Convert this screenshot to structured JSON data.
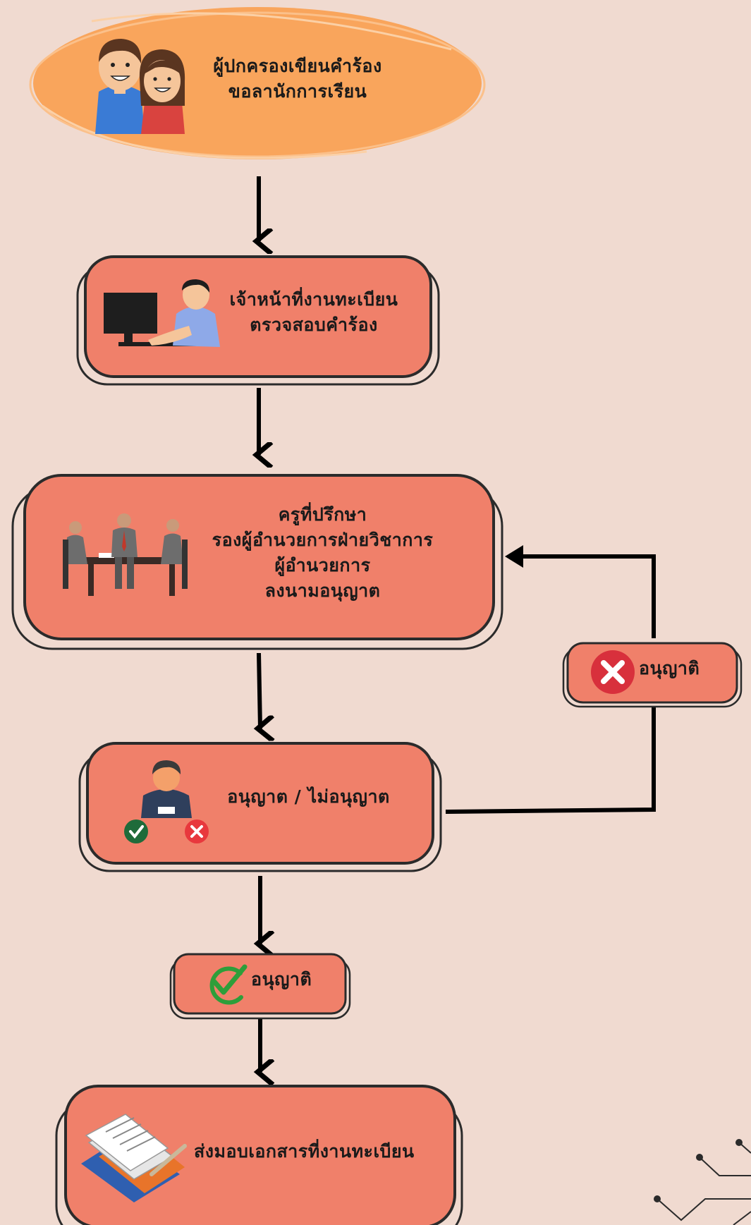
{
  "colors": {
    "background": "#f0dad0",
    "oval_fill": "#f9a55c",
    "box_fill": "#f0806a",
    "outline": "#2b2b2b",
    "arrow": "#000000",
    "reject_red": "#d8303c",
    "approve_green": "#2e9e3a"
  },
  "steps": {
    "step1": {
      "lines": [
        "ผู้ปกครองเขียนคำร้อง",
        "ขอลานักการเรียน"
      ],
      "icon": "parents-icon"
    },
    "step2": {
      "lines": [
        "เจ้าหน้าที่งานทะเบียน",
        "ตรวจสอบคำร้อง"
      ],
      "icon": "clerk-computer-icon"
    },
    "step3": {
      "lines": [
        "ครูที่ปรึกษา",
        "รองผู้อำนวยการฝ่ายวิชาการ",
        "ผู้อำนวยการ",
        "ลงนามอนุญาต"
      ],
      "icon": "meeting-icon"
    },
    "step4": {
      "label": "อนุญาต / ไม่อนุญาต",
      "icon": "approver-icon"
    },
    "approved": {
      "label": "อนุญาติ",
      "icon": "check-circle-icon"
    },
    "rejected": {
      "label": "อนุญาติ",
      "icon": "x-circle-icon"
    },
    "step5": {
      "label": "ส่งมอบเอกสารที่งานทะเบียน",
      "icon": "documents-icon"
    }
  }
}
